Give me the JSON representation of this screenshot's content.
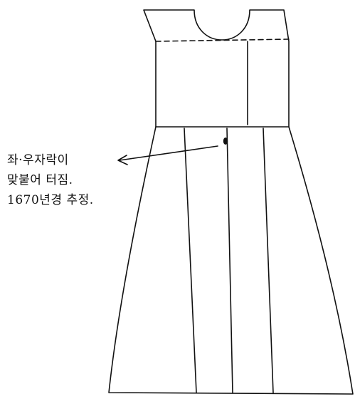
{
  "annotation": {
    "lines": [
      "좌·우자락이",
      "맞붙어 터짐.",
      "1670년경 추정."
    ]
  },
  "colors": {
    "line": "#111111",
    "background": "#ffffff"
  }
}
